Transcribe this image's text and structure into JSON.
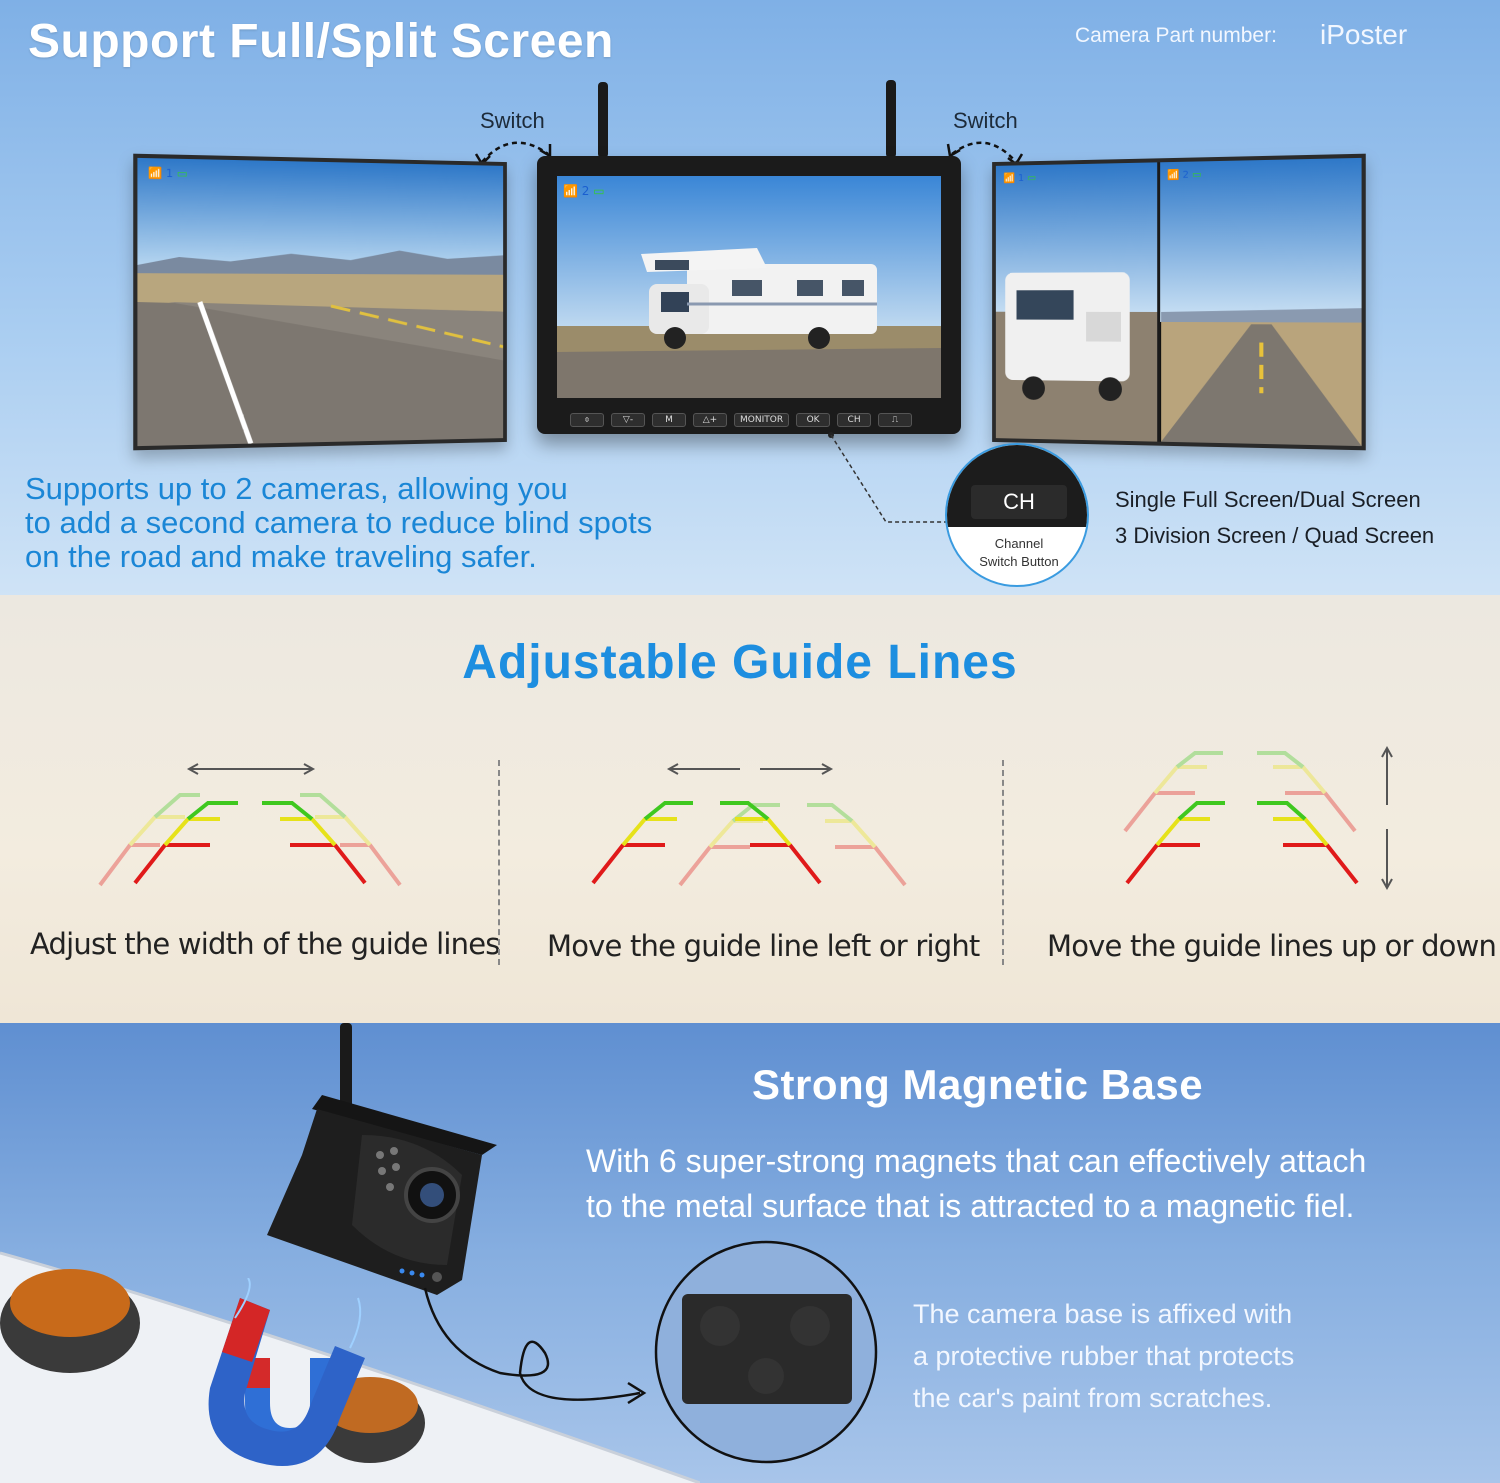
{
  "colors": {
    "accent_blue": "#1a86d6",
    "guide_green": "#3fc81f",
    "guide_yellow": "#e6e21a",
    "guide_red": "#e01a1a"
  },
  "split_section": {
    "title": "Support Full/Split Screen",
    "part_number_label": "Camera Part number:",
    "part_number_value": "iPoster",
    "switch_left": "Switch",
    "switch_right": "Switch",
    "description": [
      "Supports up to 2 cameras, allowing you",
      "to add a second camera to reduce blind spots",
      "on the road and make traveling safer."
    ],
    "monitor_buttons": [
      "⌽",
      "▽-",
      "M",
      "△+",
      "MONITOR",
      "OK",
      "CH",
      "⎍"
    ],
    "ch_button": {
      "key_label": "CH",
      "caption_line1": "Channel",
      "caption_line2": "Switch Button"
    },
    "screen_modes": [
      "Single Full Screen/Dual Screen",
      "3 Division Screen / Quad Screen"
    ],
    "screen_status_left": "1",
    "screen_status_center": "2",
    "screen_status_right_a": "1",
    "screen_status_right_b": "2"
  },
  "guide_section": {
    "title": "Adjustable Guide Lines",
    "captions": [
      "Adjust the width of the guide lines",
      "Move the guide line left or right",
      "Move the guide lines up or down"
    ]
  },
  "magnet_section": {
    "title": "Strong Magnetic Base",
    "description": [
      "With 6 super-strong magnets that can effectively attach",
      "to the metal surface that is attracted to a magnetic fiel."
    ],
    "rubber_description": [
      "The camera base is affixed with",
      "a protective rubber that protects",
      "the car's paint from scratches."
    ]
  }
}
